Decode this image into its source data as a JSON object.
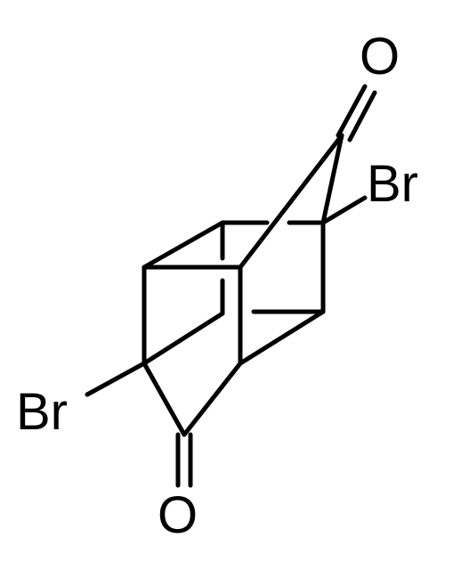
{
  "molecule": {
    "atoms": {
      "o_top": "O",
      "br_right": "Br",
      "br_left": "Br",
      "o_bottom": "O"
    },
    "colors": {
      "bond": "#000000",
      "label": "#000000",
      "background": "#ffffff"
    }
  }
}
